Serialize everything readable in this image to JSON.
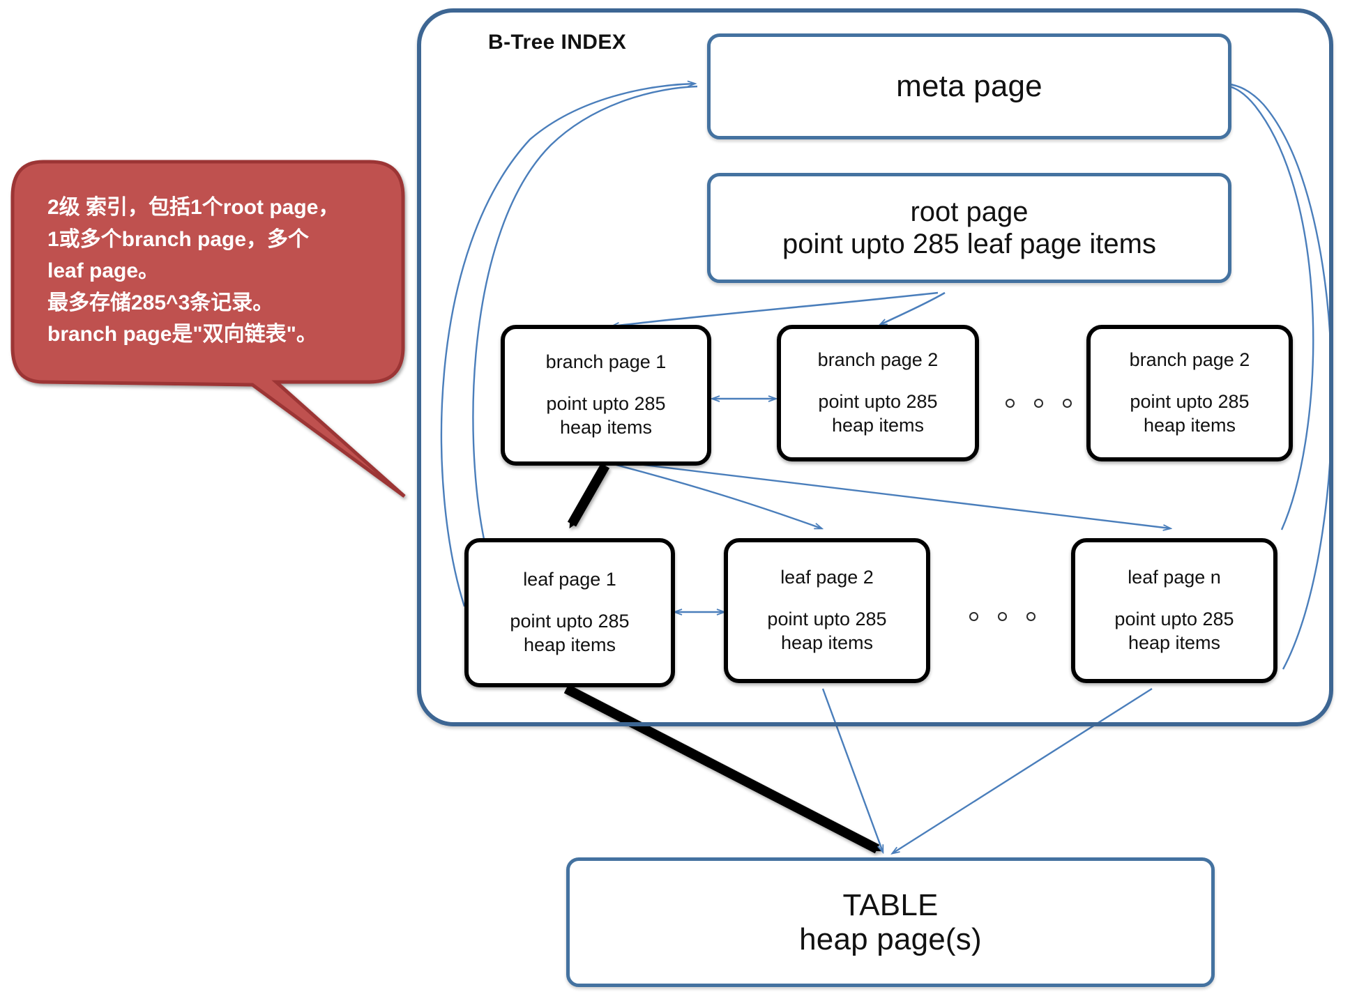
{
  "diagram": {
    "index_frame_label": "B-Tree INDEX",
    "colors": {
      "frame_border": "#3d6693",
      "blue_node_border": "#4472a0",
      "black_node_border": "#000000",
      "callout_fill": "#bf5150",
      "callout_stroke": "#9c3634",
      "thin_arrow": "#4a7ebb",
      "bold_arrow": "#000000",
      "text": "#111111",
      "callout_text": "#ffffff"
    }
  },
  "callout": {
    "text": "2级 索引，包括1个root page，\n1或多个branch page，多个\nleaf page。\n最多存储285^3条记录。\nbranch page是\"双向链表\"。"
  },
  "nodes": {
    "meta_page": {
      "line1": "meta page"
    },
    "root_page": {
      "line1": "root page",
      "line2": "point upto 285 leaf page items"
    },
    "branch_pages": [
      {
        "line1": "branch page 1",
        "line2": "point upto  285",
        "line3": "heap items"
      },
      {
        "line1": "branch page 2",
        "line2": "point upto  285",
        "line3": "heap items"
      },
      {
        "line1": "branch page 2",
        "line2": "point upto  285",
        "line3": "heap items"
      }
    ],
    "leaf_pages": [
      {
        "line1": "leaf page 1",
        "line2": "point upto  285",
        "line3": "heap items"
      },
      {
        "line1": "leaf page 2",
        "line2": "point upto  285",
        "line3": "heap items"
      },
      {
        "line1": "leaf page n",
        "line2": "point upto  285",
        "line3": "heap items"
      }
    ],
    "table": {
      "line1": "TABLE",
      "line2": "heap page(s)"
    }
  }
}
